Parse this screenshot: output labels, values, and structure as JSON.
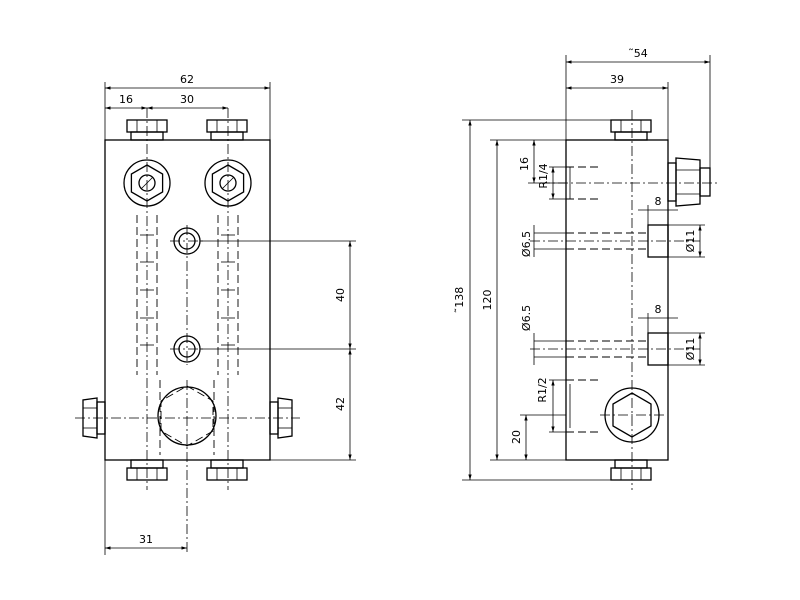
{
  "front_view": {
    "dims": {
      "overall_width": "62",
      "left_offset": "16",
      "port_spacing": "30",
      "hole_spacing": "40",
      "lower_height": "42",
      "bottom_port_offset": "31"
    }
  },
  "side_view": {
    "dims": {
      "overall_depth": "˜54",
      "body_depth": "39",
      "overall_height": "˜138",
      "body_height": "120",
      "top_port_offset": "16",
      "top_port_thread": "R1/4",
      "hole_dia_upper": "Ø6.5",
      "hole_dia_lower": "Ø6.5",
      "counterbore_depth_upper": "8",
      "counterbore_depth_lower": "8",
      "counterbore_dia_upper": "Ø11",
      "counterbore_dia_lower": "Ø11",
      "bottom_port_thread": "R1/2",
      "bottom_port_offset": "20"
    }
  }
}
